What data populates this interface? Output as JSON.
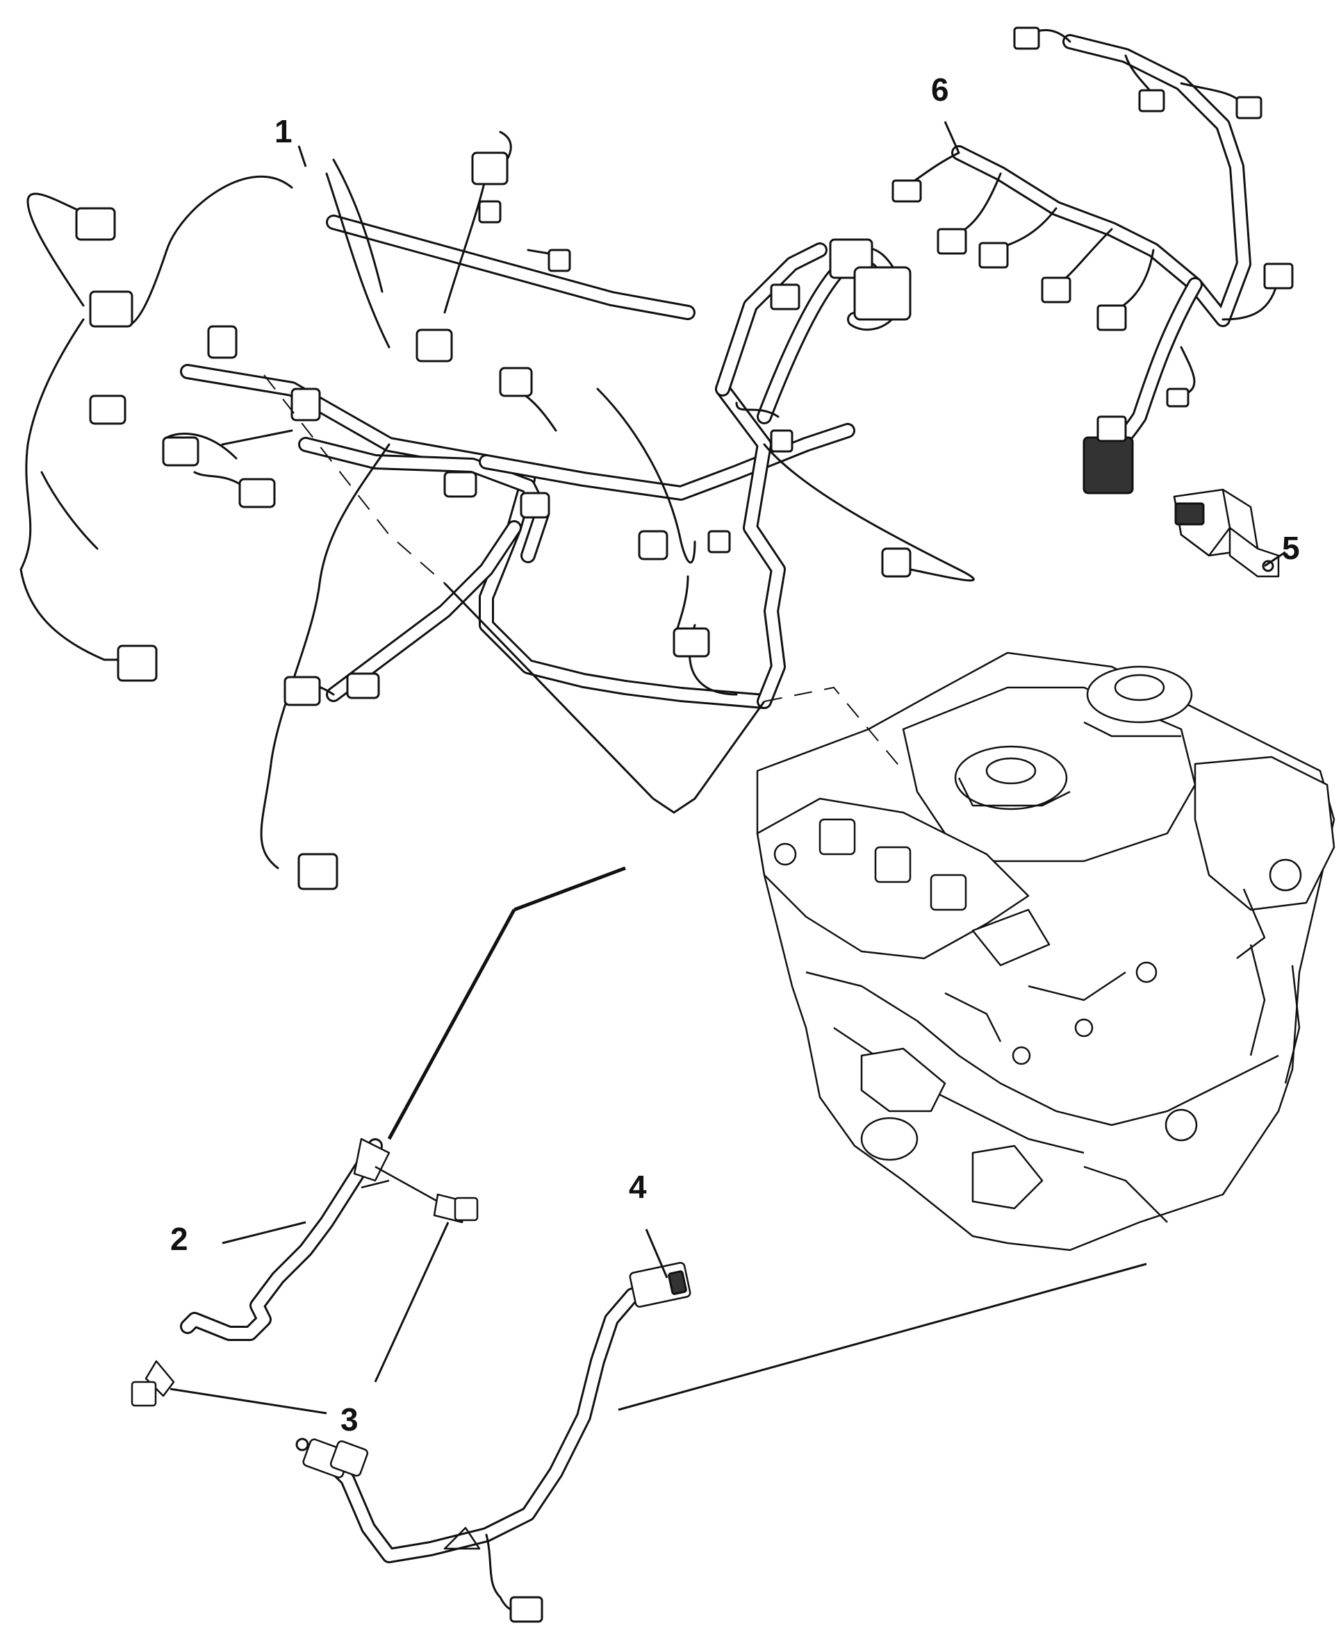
{
  "callouts": [
    {
      "id": "1",
      "label": "1"
    },
    {
      "id": "2",
      "label": "2"
    },
    {
      "id": "3",
      "label": "3"
    },
    {
      "id": "4",
      "label": "4"
    },
    {
      "id": "5",
      "label": "5"
    },
    {
      "id": "6",
      "label": "6"
    }
  ],
  "parts": {
    "main_harness": "wiring-harness",
    "ground_strap": "ground-strap",
    "bolts": "bolt",
    "sensor_harness": "sensor-harness",
    "relay": "relay",
    "injector_harness": "injector-harness",
    "engine": "engine-assembly"
  }
}
